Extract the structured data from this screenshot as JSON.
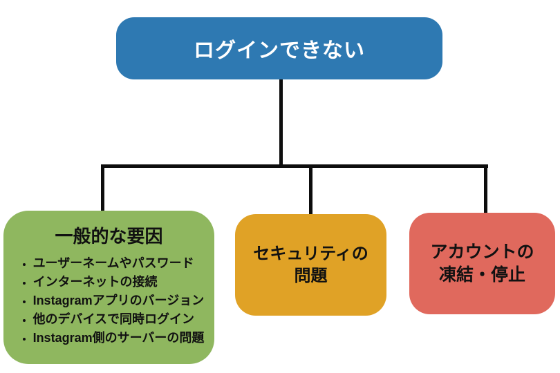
{
  "colors": {
    "background": "#ffffff",
    "root_fill": "#2E79B2",
    "general_fill": "#8FB75F",
    "security_fill": "#E0A226",
    "account_fill": "#E0695D",
    "connector": "#0d0d0d",
    "root_text": "#ffffff",
    "node_text": "#111111"
  },
  "root": {
    "label": "ログインできない"
  },
  "children": {
    "general": {
      "title": "一般的な要因",
      "items": [
        "ユーザーネームやパスワード",
        "インターネットの接続",
        "Instagramアプリのバージョン",
        "他のデバイスで同時ログイン",
        "Instagram側のサーバーの問題"
      ]
    },
    "security": {
      "title": "セキュリティの問題",
      "lines": [
        "セキュリティの",
        "問題"
      ]
    },
    "account": {
      "title": "アカウントの凍結・停止",
      "lines": [
        "アカウントの",
        "凍結・停止"
      ]
    }
  }
}
